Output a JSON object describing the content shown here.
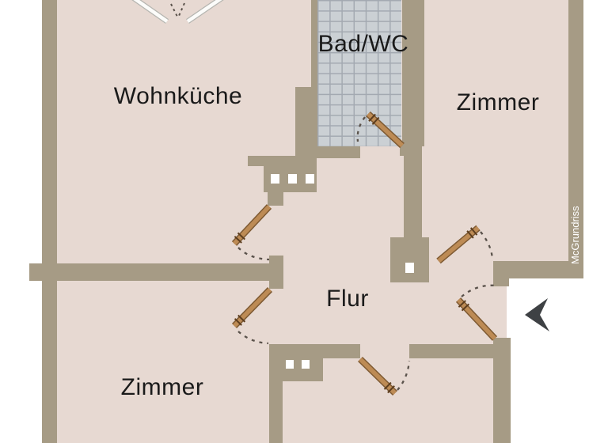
{
  "plan": {
    "type": "apartment-floor-plan",
    "rooms": [
      {
        "name": "wohnkueche",
        "label": "Wohnküche"
      },
      {
        "name": "bad_wc",
        "label": "Bad/WC"
      },
      {
        "name": "zimmer_right",
        "label": "Zimmer"
      },
      {
        "name": "flur",
        "label": "Flur"
      },
      {
        "name": "zimmer_bottom_left",
        "label": "Zimmer"
      }
    ],
    "watermark": "McGrundriss"
  },
  "colors": {
    "outside": "#ffffff",
    "floor": "#e7d9d2",
    "wall": "#a69b85",
    "tile": "#cbd0d4",
    "tile_line": "#a3a9b1",
    "door": "#bd8b55",
    "door_dark": "#7e5a33",
    "door_tick": "#5c3d1e",
    "swing_arc": "#5a524b",
    "window_leaf": "#fcfcfa",
    "window_edge": "#b5b5b0",
    "arrow": "#3e4144",
    "label_text": "#1a1a1a",
    "watermark_text": "#ffffff",
    "flue": "#ffffff"
  }
}
